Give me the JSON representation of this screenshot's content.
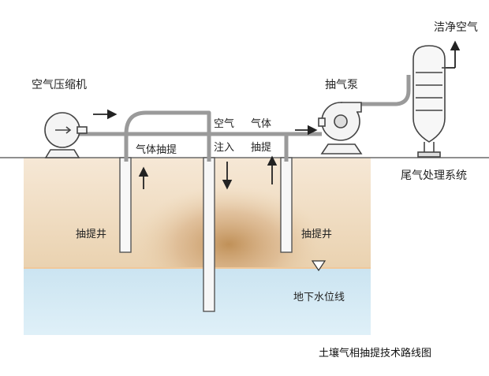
{
  "labels": {
    "air_compressor": "空气压缩机",
    "vacuum_pump": "抽气泵",
    "clean_air": "洁净空气",
    "offgas_treatment": "尾气处理系统",
    "gas_extraction_left": "气体抽提",
    "air_injection_line1": "空气",
    "air_injection_line2": "注入",
    "gas_extraction_right_line1": "气体",
    "gas_extraction_right_line2": "抽提",
    "extraction_well_left": "抽提井",
    "extraction_well_right": "抽提井",
    "groundwater_level": "地下水位线"
  },
  "caption": "土壤气相抽提技术路线图",
  "colors": {
    "soil_top": "#f3e2cc",
    "soil_mid": "#e6c9a3",
    "water": "#cfe6f2",
    "pipe": "#9a9a9a",
    "equipment": "#555555",
    "contaminant_plume": "#b07a3a"
  },
  "icons": [
    "compressor-icon",
    "pump-icon",
    "offgas-tower-icon",
    "water-level-marker-icon",
    "arrow-icon"
  ]
}
